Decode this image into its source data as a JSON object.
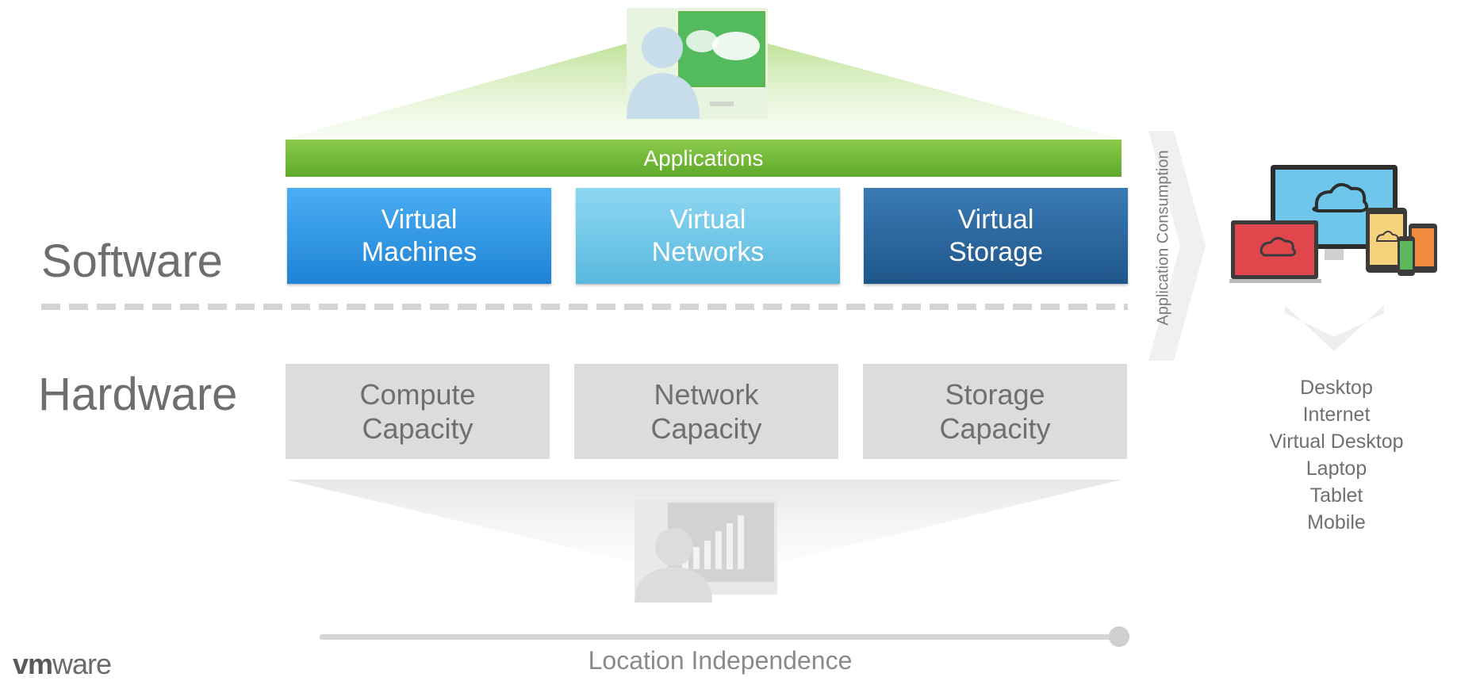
{
  "layers": {
    "software": "Software",
    "hardware": "Hardware"
  },
  "applications": "Applications",
  "virtual_tiles": [
    {
      "line1": "Virtual",
      "line2": "Machines"
    },
    {
      "line1": "Virtual",
      "line2": "Networks"
    },
    {
      "line1": "Virtual",
      "line2": "Storage"
    }
  ],
  "hardware_tiles": [
    {
      "line1": "Compute",
      "line2": "Capacity"
    },
    {
      "line1": "Network",
      "line2": "Capacity"
    },
    {
      "line1": "Storage",
      "line2": "Capacity"
    }
  ],
  "consumption_label": "Application Consumption",
  "devices": [
    "Desktop",
    "Internet",
    "Virtual Desktop",
    "Laptop",
    "Tablet",
    "Mobile"
  ],
  "location_label": "Location Independence",
  "logo": {
    "bold": "vm",
    "rest": "ware"
  },
  "colors": {
    "applications_bar": "#6cb434",
    "virtual_machines": "#2f97e6",
    "virtual_networks": "#72c8e8",
    "virtual_storage": "#2a669f",
    "hardware_tile": "#dcdcdc"
  },
  "icons": [
    "person-at-monitor-icon",
    "cloud-icon",
    "devices-icon",
    "analytics-monitor-icon"
  ]
}
